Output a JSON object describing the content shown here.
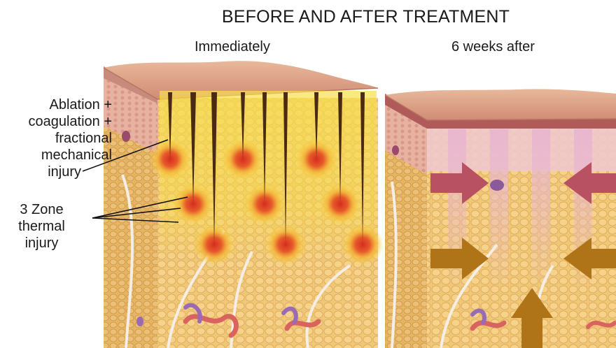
{
  "title": "BEFORE AND AFTER TREATMENT",
  "panels": {
    "left_label": "Immediately",
    "right_label": "6 weeks after"
  },
  "annotations": {
    "injury_type": [
      "Ablation +",
      "coagulation +",
      "fractional",
      "mechanical",
      "injury"
    ],
    "thermal": [
      "3 Zone",
      "thermal",
      "injury"
    ]
  },
  "colors": {
    "skin_surface": "#d9a080",
    "epidermis": "#c98a7e",
    "fat_tissue": "#f0c777",
    "thermal_yellow": "#f7dc45",
    "thermal_core": "#e0402a",
    "ablation_channel": "#4a2a12",
    "arrow_upper": "#b85262",
    "arrow_lower": "#b07418",
    "collagen_pink": "#e8b6cf"
  }
}
